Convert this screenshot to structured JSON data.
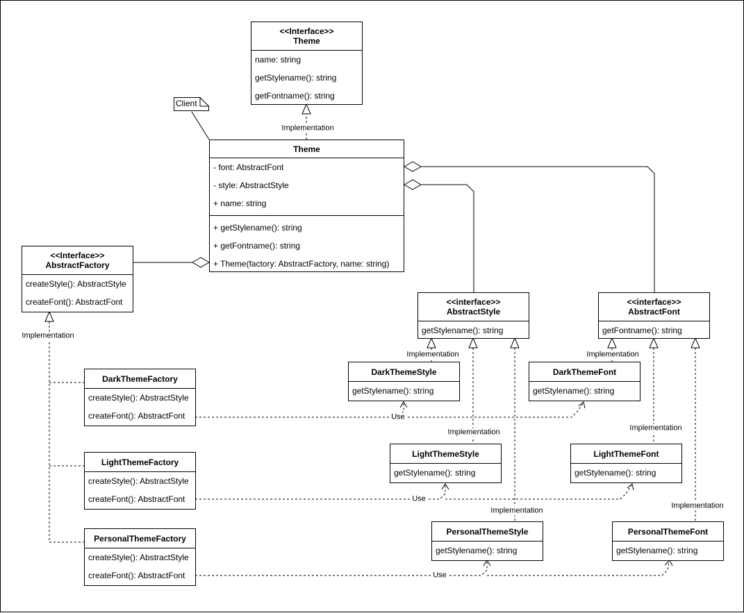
{
  "diagram": {
    "note": "Client",
    "relation_labels": {
      "implementation": "Implementation",
      "use": "Use"
    },
    "theme_interface": {
      "stereotype": "<<Interface>>",
      "name": "Theme",
      "members": [
        "name: string",
        "getStylename(): string",
        "getFontname(): string"
      ]
    },
    "theme_class": {
      "name": "Theme",
      "attributes": [
        "- font: AbstractFont",
        "- style: AbstractStyle",
        "+ name: string"
      ],
      "methods": [
        "+ getStylename(): string",
        "+ getFontname(): string",
        "+ Theme(factory: AbstractFactory, name: string)"
      ]
    },
    "abstract_factory": {
      "stereotype": "<<Interface>>",
      "name": "AbstractFactory",
      "members": [
        "createStyle(): AbstractStyle",
        "createFont(): AbstractFont"
      ]
    },
    "abstract_style": {
      "stereotype": "<<interface>>",
      "name": "AbstractStyle",
      "members": [
        "getStylename(): string"
      ]
    },
    "abstract_font": {
      "stereotype": "<<interface>>",
      "name": "AbstractFont",
      "members": [
        "getFontname(): string"
      ]
    },
    "dark_theme_factory": {
      "name": "DarkThemeFactory",
      "members": [
        "createStyle(): AbstractStyle",
        "createFont(): AbstractFont"
      ]
    },
    "light_theme_factory": {
      "name": "LightThemeFactory",
      "members": [
        "createStyle(): AbstractStyle",
        "createFont(): AbstractFont"
      ]
    },
    "personal_theme_factory": {
      "name": "PersonalThemeFactory",
      "members": [
        "createStyle(): AbstractStyle",
        "createFont(): AbstractFont"
      ]
    },
    "dark_theme_style": {
      "name": "DarkThemeStyle",
      "members": [
        "getStylename(): string"
      ]
    },
    "light_theme_style": {
      "name": "LightThemeStyle",
      "members": [
        "getStylename(): string"
      ]
    },
    "personal_theme_style": {
      "name": "PersonalThemeStyle",
      "members": [
        "getStylename(): string"
      ]
    },
    "dark_theme_font": {
      "name": "DarkThemeFont",
      "members": [
        "getStylename(): string"
      ]
    },
    "light_theme_font": {
      "name": "LightThemeFont",
      "members": [
        "getStylename(): string"
      ]
    },
    "personal_theme_font": {
      "name": "PersonalThemeFont",
      "members": [
        "getStylename(): string"
      ]
    }
  }
}
